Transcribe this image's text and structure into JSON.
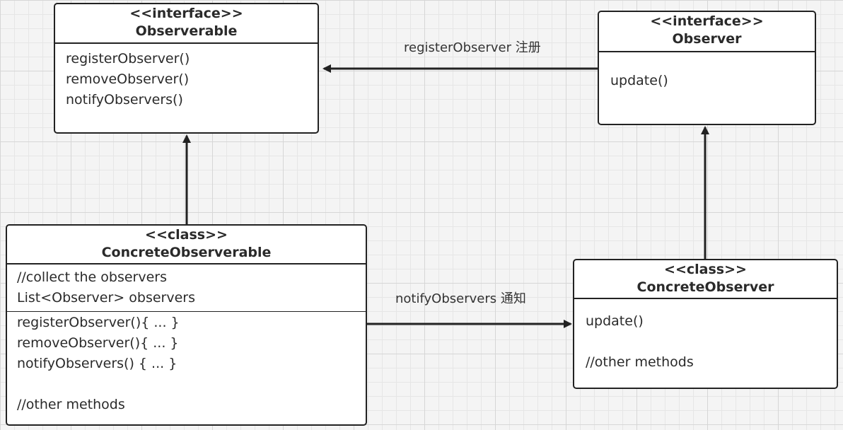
{
  "observable": {
    "stereotype": "<<interface>>",
    "name": "Observerable",
    "methods": [
      "registerObserver()",
      "removeObserver()",
      "notifyObservers()"
    ]
  },
  "observer": {
    "stereotype": "<<interface>>",
    "name": "Observer",
    "methods": [
      "update()"
    ]
  },
  "concrete_observable": {
    "stereotype": "<<class>>",
    "name": "ConcreteObserverable",
    "fields": [
      "//collect the observers",
      "List<Observer> observers"
    ],
    "methods": [
      "registerObserver(){ ... }",
      "removeObserver(){ ... }",
      "notifyObservers() { ... }",
      "",
      "//other methods"
    ]
  },
  "concrete_observer": {
    "stereotype": "<<class>>",
    "name": "ConcreteObserver",
    "methods": [
      "update()",
      "",
      "//other methods"
    ]
  },
  "edges": {
    "register_label": "registerObserver  注册",
    "notify_label": "notifyObservers 通知"
  }
}
